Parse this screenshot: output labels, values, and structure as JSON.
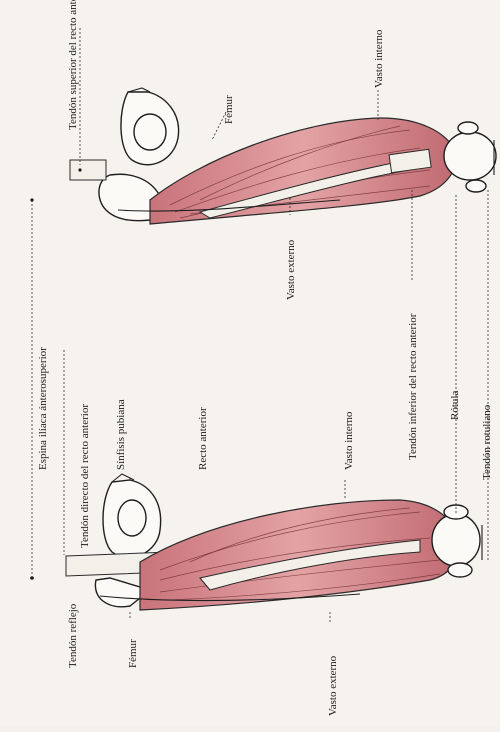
{
  "labels": {
    "tendon_superior": "Tendón superior del recto anterior",
    "vasto_interno_top": "Vasto interno",
    "femur_top": "Fémur",
    "espina_iliaca": "Espina ilíaca ánterosuperior",
    "vasto_externo_top": "Vasto externo",
    "tendon_inferior": "Tendón inferior del recto anterior",
    "tendon_directo": "Tendón directo del recto anterior",
    "sinfisis": "Sínfisis pubiana",
    "recto_anterior": "Recto anterior",
    "vasto_interno_bottom": "Vasto interno",
    "rotula": "Rótula",
    "tendon_rotuliano": "Tendón rotuliano",
    "tendon_reflejo": "Tendón reflejo",
    "femur_bottom": "Fémur",
    "vasto_externo_bottom": "Vasto externo"
  },
  "colors": {
    "muscle": "#d98b8e",
    "muscle_dark": "#b85c63",
    "bone": "#fbfaf7",
    "paper": "#f6f3ee"
  }
}
